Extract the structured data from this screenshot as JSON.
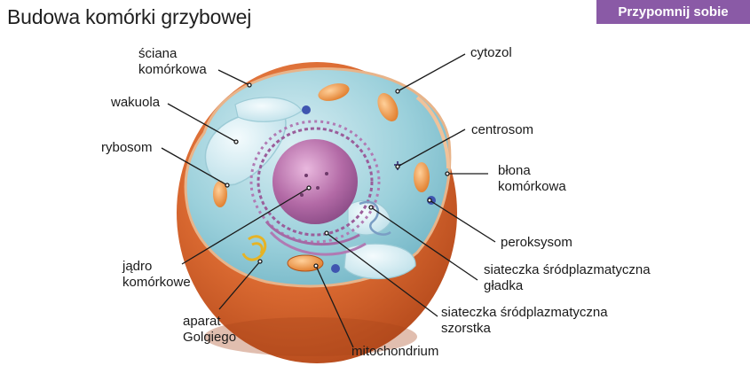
{
  "title": "Budowa komórki grzybowej",
  "recall_button": "Przypomnij sobie",
  "labels": {
    "sciana": [
      "ściana",
      "komórkowa"
    ],
    "wakuola": "wakuola",
    "rybosom": "rybosom",
    "jadro": [
      "jądro",
      "komórkowe"
    ],
    "aparat": [
      "aparat",
      "Golgiego"
    ],
    "mitochondrium": "mitochondrium",
    "szorstka": [
      "siateczka śródplazmatyczna",
      "szorstka"
    ],
    "gladka": [
      "siateczka śródplazmatyczna",
      "gładka"
    ],
    "peroksysom": "peroksysom",
    "blona": [
      "błona",
      "komórkowa"
    ],
    "centrosom": "centrosom",
    "cytozol": "cytozol"
  },
  "colors": {
    "accent": "#8a5aa6",
    "cell_wall": "#d0602a",
    "cytosol": "#8fc9d6",
    "nucleus": "#b56ba4",
    "mitochondria": "#e88a3c"
  }
}
